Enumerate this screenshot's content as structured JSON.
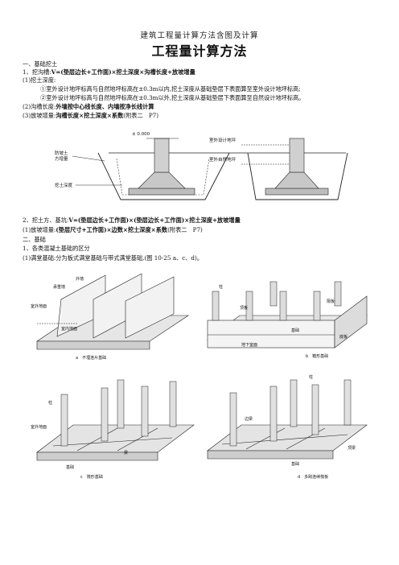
{
  "doc_header": "建筑工程量计算方法含图及计算",
  "doc_title": "工程量计算方法",
  "sec1": {
    "heading": "一、基础挖土",
    "item1_prefix": "1、挖沟槽:",
    "item1_formula": "V=(垫层边长+工作面)×挖土深度×沟槽长度+放坡增量",
    "sub1": "(1)挖土深度:",
    "note1": "①室外设计地坪标高与自然地坪标高在±0.3m以内,挖土深度从基础垫层下表面算至室外设计地坪标高;",
    "note2": "②室外设计地坪标高与自然地坪标高在±0.3m以外,挖土深度从基础垫层下表面算至自然设计地坪标高。",
    "sub2_prefix": "(2)沟槽长度:",
    "sub2_bold": "外墙按中心线长度、内墙按净长线计算",
    "sub3_prefix": "(3)放坡增量:",
    "sub3_bold": "沟槽长度×挖土深度×系数",
    "sub3_suffix": "(附表二　P7)"
  },
  "figure1": {
    "labels": {
      "fangbo": "防坡土",
      "fangbo2": "方增量",
      "depth": "挖土深度",
      "elev": "± 0.000",
      "outdoor_design": "室外设计地坪",
      "outdoor_natural": "室外自然地坪"
    }
  },
  "sec2": {
    "item2_prefix": "2、挖土方、基坑:",
    "item2_formula": "V=(垫层边长+工作面)×(垫层边长+工作面)×挖土深度+放坡增量",
    "sub1_prefix": "(1)放坡增量:",
    "sub1_bold": "(垫层尺寸+工作面)×边数×挖土深度×系数",
    "sub1_suffix": "(附表二　P7)"
  },
  "sec3": {
    "heading": "二、基础",
    "item1": "1、各类混凝土基础的区分",
    "sub1": "(1)满堂基础:分为板式满堂基础与带式满堂基础,(图 10-25 a、c、d)。"
  },
  "figure2": {
    "labels": {
      "a_caption": "a　不埋连片基础",
      "b_caption": "b　箱形基础",
      "c_caption": "c　筏形基础",
      "d_caption": "d　多跨连续筏板",
      "waiqiang": "外墙",
      "chengzhongqiang": "承重墙",
      "shiwaidimian": "室外地面",
      "shineidimian": "室内地面",
      "zhu": "柱",
      "gebang": "隔板",
      "dingban": "顶板",
      "jichu": "基础",
      "dibang": "底板",
      "dixiashi": "地下室面",
      "liang": "梁",
      "bianliang": "边梁",
      "dingliang": "顶梁",
      "jichu2": "基础"
    }
  }
}
